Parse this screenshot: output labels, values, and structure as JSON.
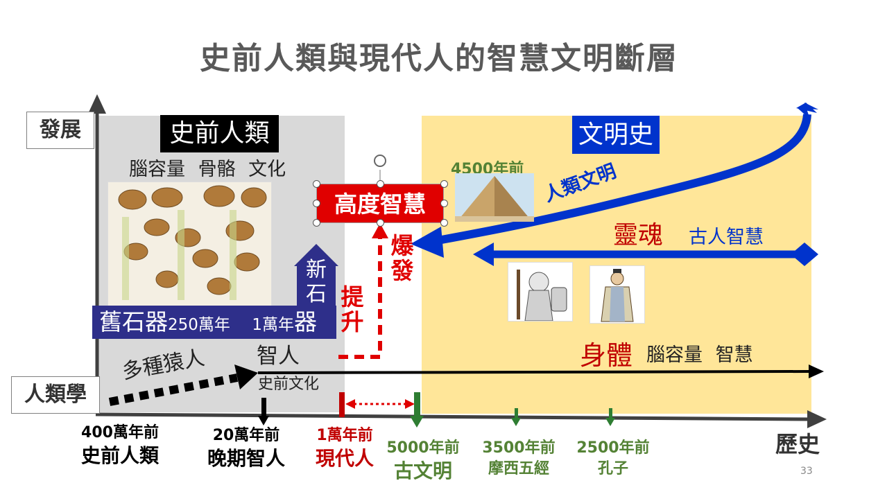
{
  "title": "史前人類與現代人的智慧文明斷層",
  "axis": {
    "y_label": "發展",
    "x_label": "歷史",
    "left_label": "人類學"
  },
  "prehistoric": {
    "label": "史前人類",
    "subtitle": "腦容量 骨骼 文化",
    "old_stone": "舊石器",
    "old_stone_years": "250萬年",
    "new_stone_years": "1萬年",
    "new_stone_tail": "器",
    "new_stone_vertical": [
      "新",
      "石"
    ]
  },
  "civilization": {
    "label": "文明史",
    "pyramid_years": "4500年前",
    "arrow_label": "人類文明",
    "soul": "靈魂",
    "soul_sub": "古人智慧",
    "body": "身體",
    "body_sub": "腦容量 智慧"
  },
  "middle": {
    "high_wisdom": "高度智慧",
    "explode": [
      "爆",
      "發"
    ],
    "raise": [
      "提",
      "升"
    ],
    "homo": "智人",
    "homo_sub": "史前文化",
    "apes": "多種猿人"
  },
  "ticks": [
    {
      "line1": "400萬年前",
      "line2": "史前人類"
    },
    {
      "line1": "20萬年前",
      "line2": "晚期智人"
    },
    {
      "line1": "1萬年前",
      "line2": "現代人"
    },
    {
      "line1": "5000年前",
      "line2": "古文明"
    },
    {
      "line1": "3500年前",
      "line2": "摩西五經"
    },
    {
      "line1": "2500年前",
      "line2": "孔子"
    }
  ],
  "page_number": "33",
  "colors": {
    "blue": "#0033cc",
    "red": "#e00000",
    "green": "#548235",
    "navy": "#2e2f8a",
    "gray_panel": "#d9d9d9",
    "yellow_panel": "#ffe699"
  }
}
